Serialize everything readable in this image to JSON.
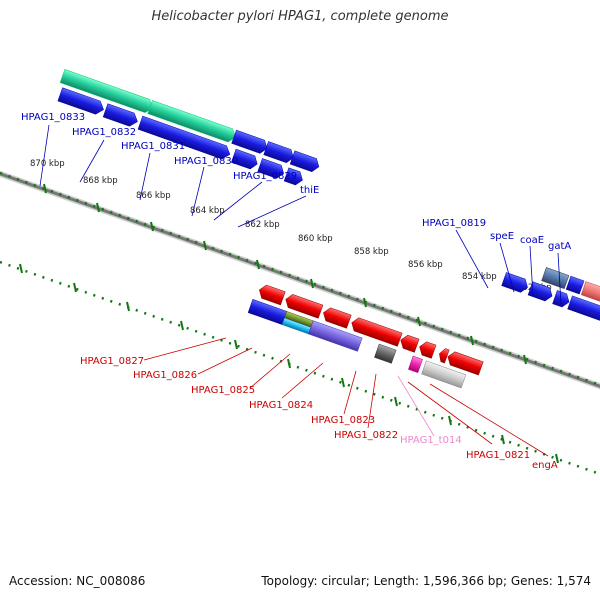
{
  "title": "Helicobacter pylori HPAG1, complete genome",
  "footer": {
    "accession": "Accession: NC_008086",
    "summary": "Topology: circular; Length: 1,596,366 bp; Genes: 1,574"
  },
  "colors": {
    "backbone": "#888888",
    "tick": "#117711",
    "label_forward": "#0000bb",
    "label_reverse": "#cc0000",
    "label_trna": "#ee88cc"
  },
  "ticks": [
    "870 kbp",
    "868 kbp",
    "866 kbp",
    "864 kbp",
    "862 kbp",
    "860 kbp",
    "858 kbp",
    "856 kbp",
    "854 kbp",
    "852 kbp"
  ],
  "labels_forward": [
    "HPAG1_0833",
    "HPAG1_0832",
    "HPAG1_0831",
    "HPAG1_0830",
    "HPAG1_0829",
    "thiE",
    "HPAG1_0819",
    "speE",
    "coaE",
    "gatA"
  ],
  "labels_reverse": [
    "HPAG1_0827",
    "HPAG1_0826",
    "HPAG1_0825",
    "HPAG1_0824",
    "HPAG1_0823",
    "HPAG1_0822",
    "HPAG1_t014",
    "HPAG1_0821",
    "engA"
  ]
}
